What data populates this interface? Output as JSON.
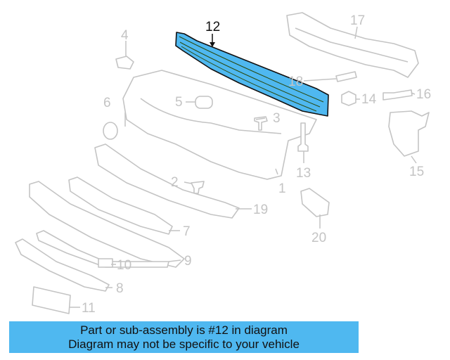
{
  "diagram": {
    "highlighted_part": "12",
    "highlight_color": "#4fb8f0",
    "callouts": [
      "12",
      "17",
      "4",
      "18",
      "6",
      "5",
      "14",
      "16",
      "3",
      "2",
      "13",
      "15",
      "1",
      "19",
      "20",
      "7",
      "10",
      "9",
      "8",
      "11"
    ]
  },
  "banner": {
    "line1": "Part or sub-assembly is #12 in diagram",
    "line2": "Diagram may not be specific to your vehicle",
    "color": "#4fb8f0"
  }
}
